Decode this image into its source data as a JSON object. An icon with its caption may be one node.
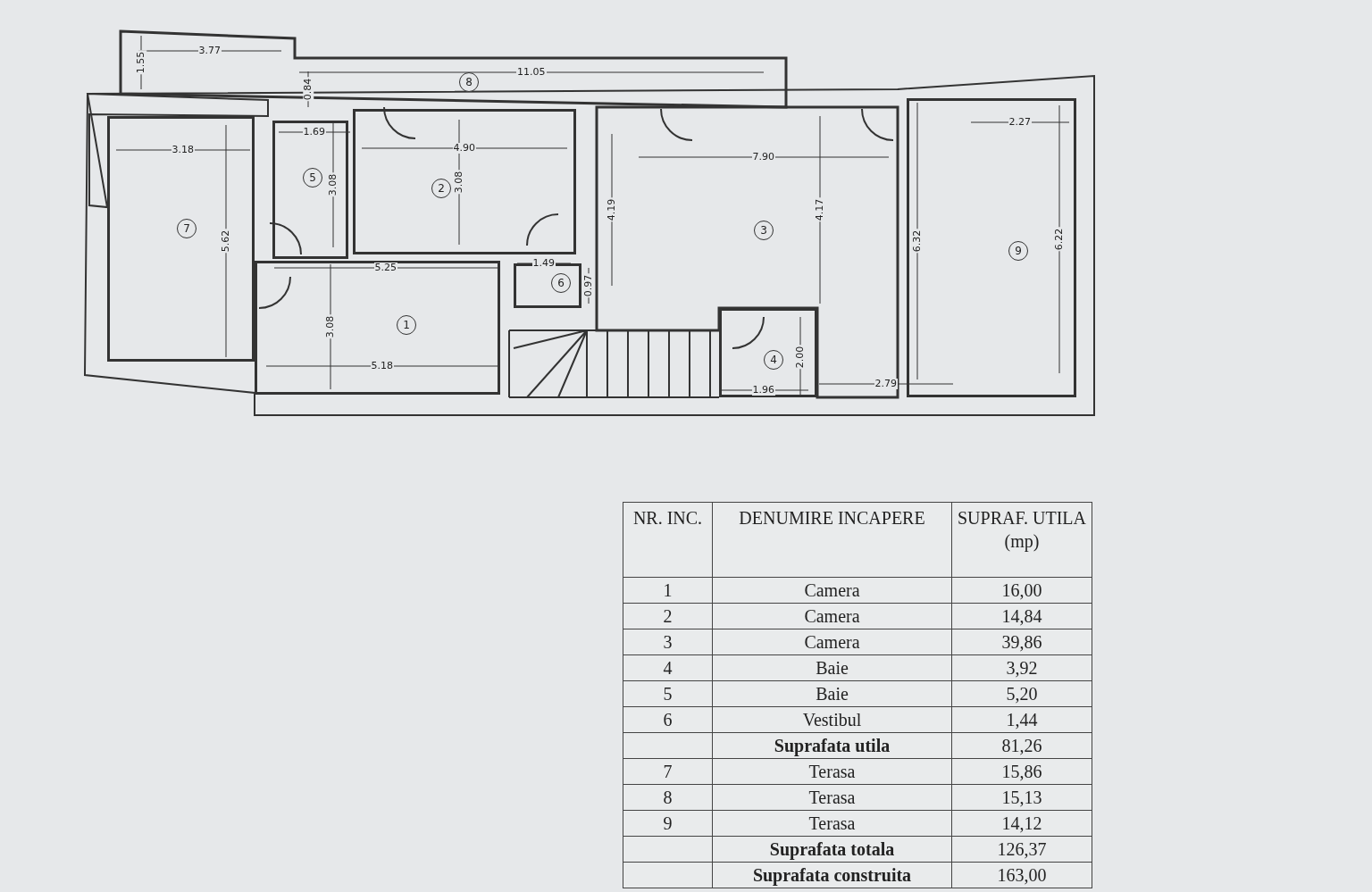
{
  "diagram": {
    "nodes": [
      {
        "text": [
          "1"
        ]
      },
      {
        "text": [
          "2"
        ]
      },
      {
        "text": [
          "3"
        ]
      },
      {
        "text": [
          "4"
        ]
      },
      {
        "text": [
          "5"
        ]
      },
      {
        "text": [
          "6"
        ]
      },
      {
        "text": [
          "7"
        ]
      },
      {
        "text": [
          "8"
        ]
      },
      {
        "text": [
          "9"
        ]
      }
    ],
    "labels": [
      "3.77",
      "1.55",
      "11.05",
      "0.84",
      "3.18",
      "1.69",
      "4.90",
      "7.90",
      "2.27",
      "3.08",
      "3.08",
      "4.19",
      "4.17",
      "5.62",
      "6.32",
      "6.22",
      "5.25",
      "1.49",
      "0.97",
      "3.08",
      "2.00",
      "5.18",
      "2.79",
      "1.96",
      "NR. INC.",
      "DENUMIRE INCAPERE",
      "SUPRAF. UTILA (mp)",
      "1",
      "Camera",
      "16,00",
      "2",
      "Camera",
      "14,84",
      "3",
      "Camera",
      "39,86",
      "4",
      "Baie",
      "3,92",
      "5",
      "Baie",
      "5,20",
      "6",
      "Vestibul",
      "1,44",
      "Suprafata utila",
      "81,26",
      "7",
      "Terasa",
      "15,86",
      "8",
      "Terasa",
      "15,13",
      "9",
      "Terasa",
      "14,12",
      "Suprafata totala",
      "126,37",
      "Suprafata construita",
      "163,00"
    ]
  }
}
